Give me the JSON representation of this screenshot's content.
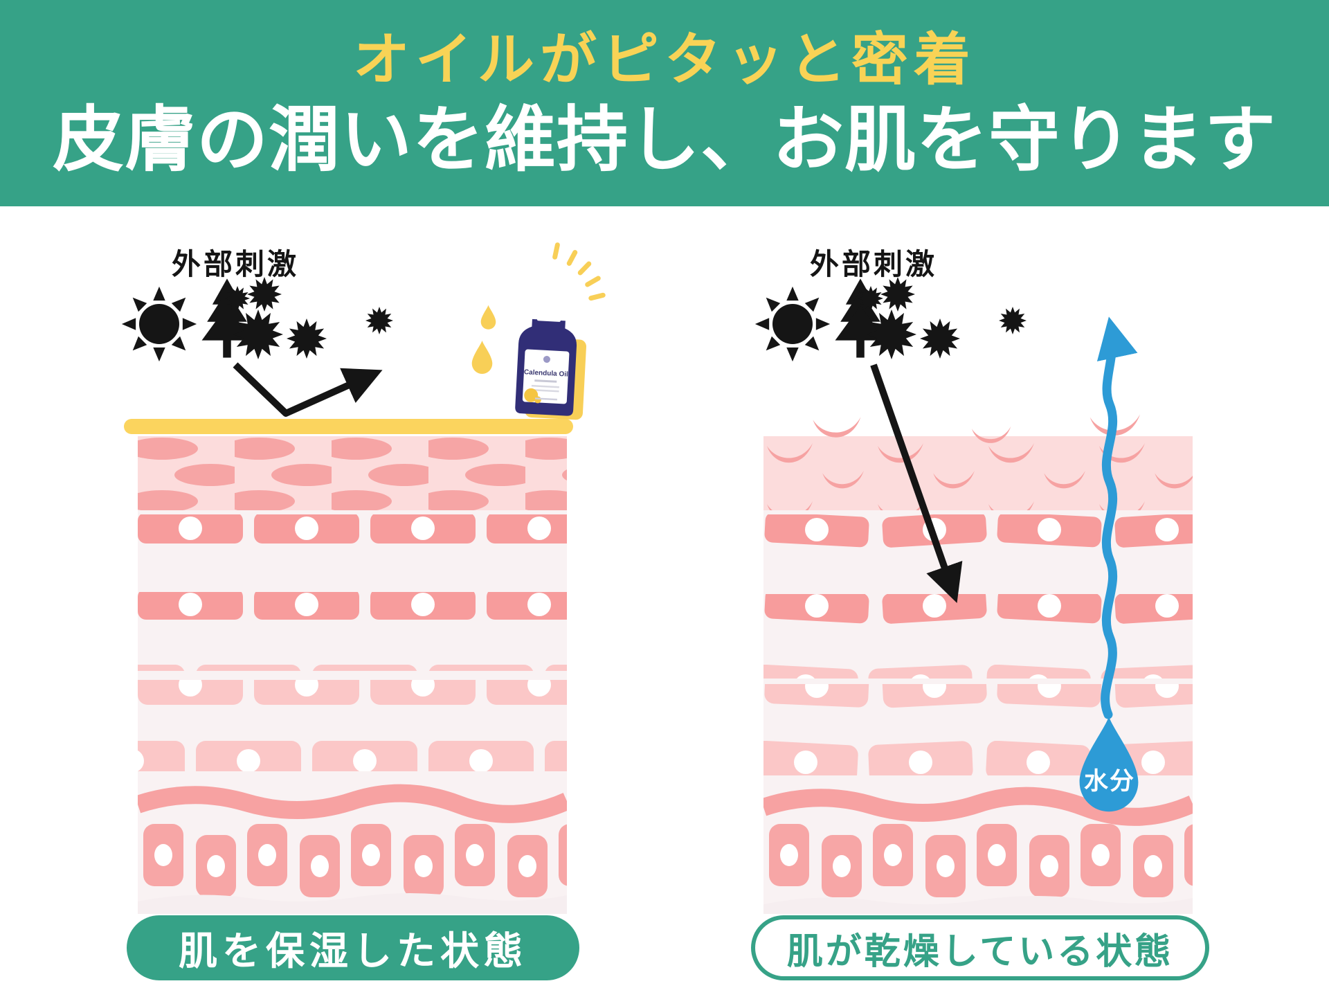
{
  "header": {
    "badge": "オイルがピタッと密着",
    "title": "皮膚の潤いを維持し、お肌を守ります",
    "bg_color": "#36a287",
    "badge_color": "#f8d356",
    "title_color": "#ffffff"
  },
  "left_panel": {
    "stimuli_label": "外部刺激",
    "caption": "肌を保湿した状態",
    "product_label": "Calendula Oil",
    "oil_layer_color": "#fbd45e"
  },
  "right_panel": {
    "stimuli_label": "外部刺激",
    "caption": "肌が乾燥している状態",
    "moisture_label": "水分",
    "moisture_color": "#2d9bd6"
  },
  "colors": {
    "green": "#36a287",
    "title_yellow": "#f8d356",
    "oil_yellow": "#fbd45e",
    "drop_yellow": "#f8cf57",
    "skin_band": "#fcdcdc",
    "skin_cell_dark": "#f79c9c",
    "skin_cell_light": "#fbc7c7",
    "skin_accent": "#f6a5a5",
    "skin_bg": "#f9f2f3",
    "skin_bottom": "#f6eef0",
    "water_blue": "#2d9bd6",
    "icon_black": "#151515",
    "bottle_navy": "#312e77"
  }
}
